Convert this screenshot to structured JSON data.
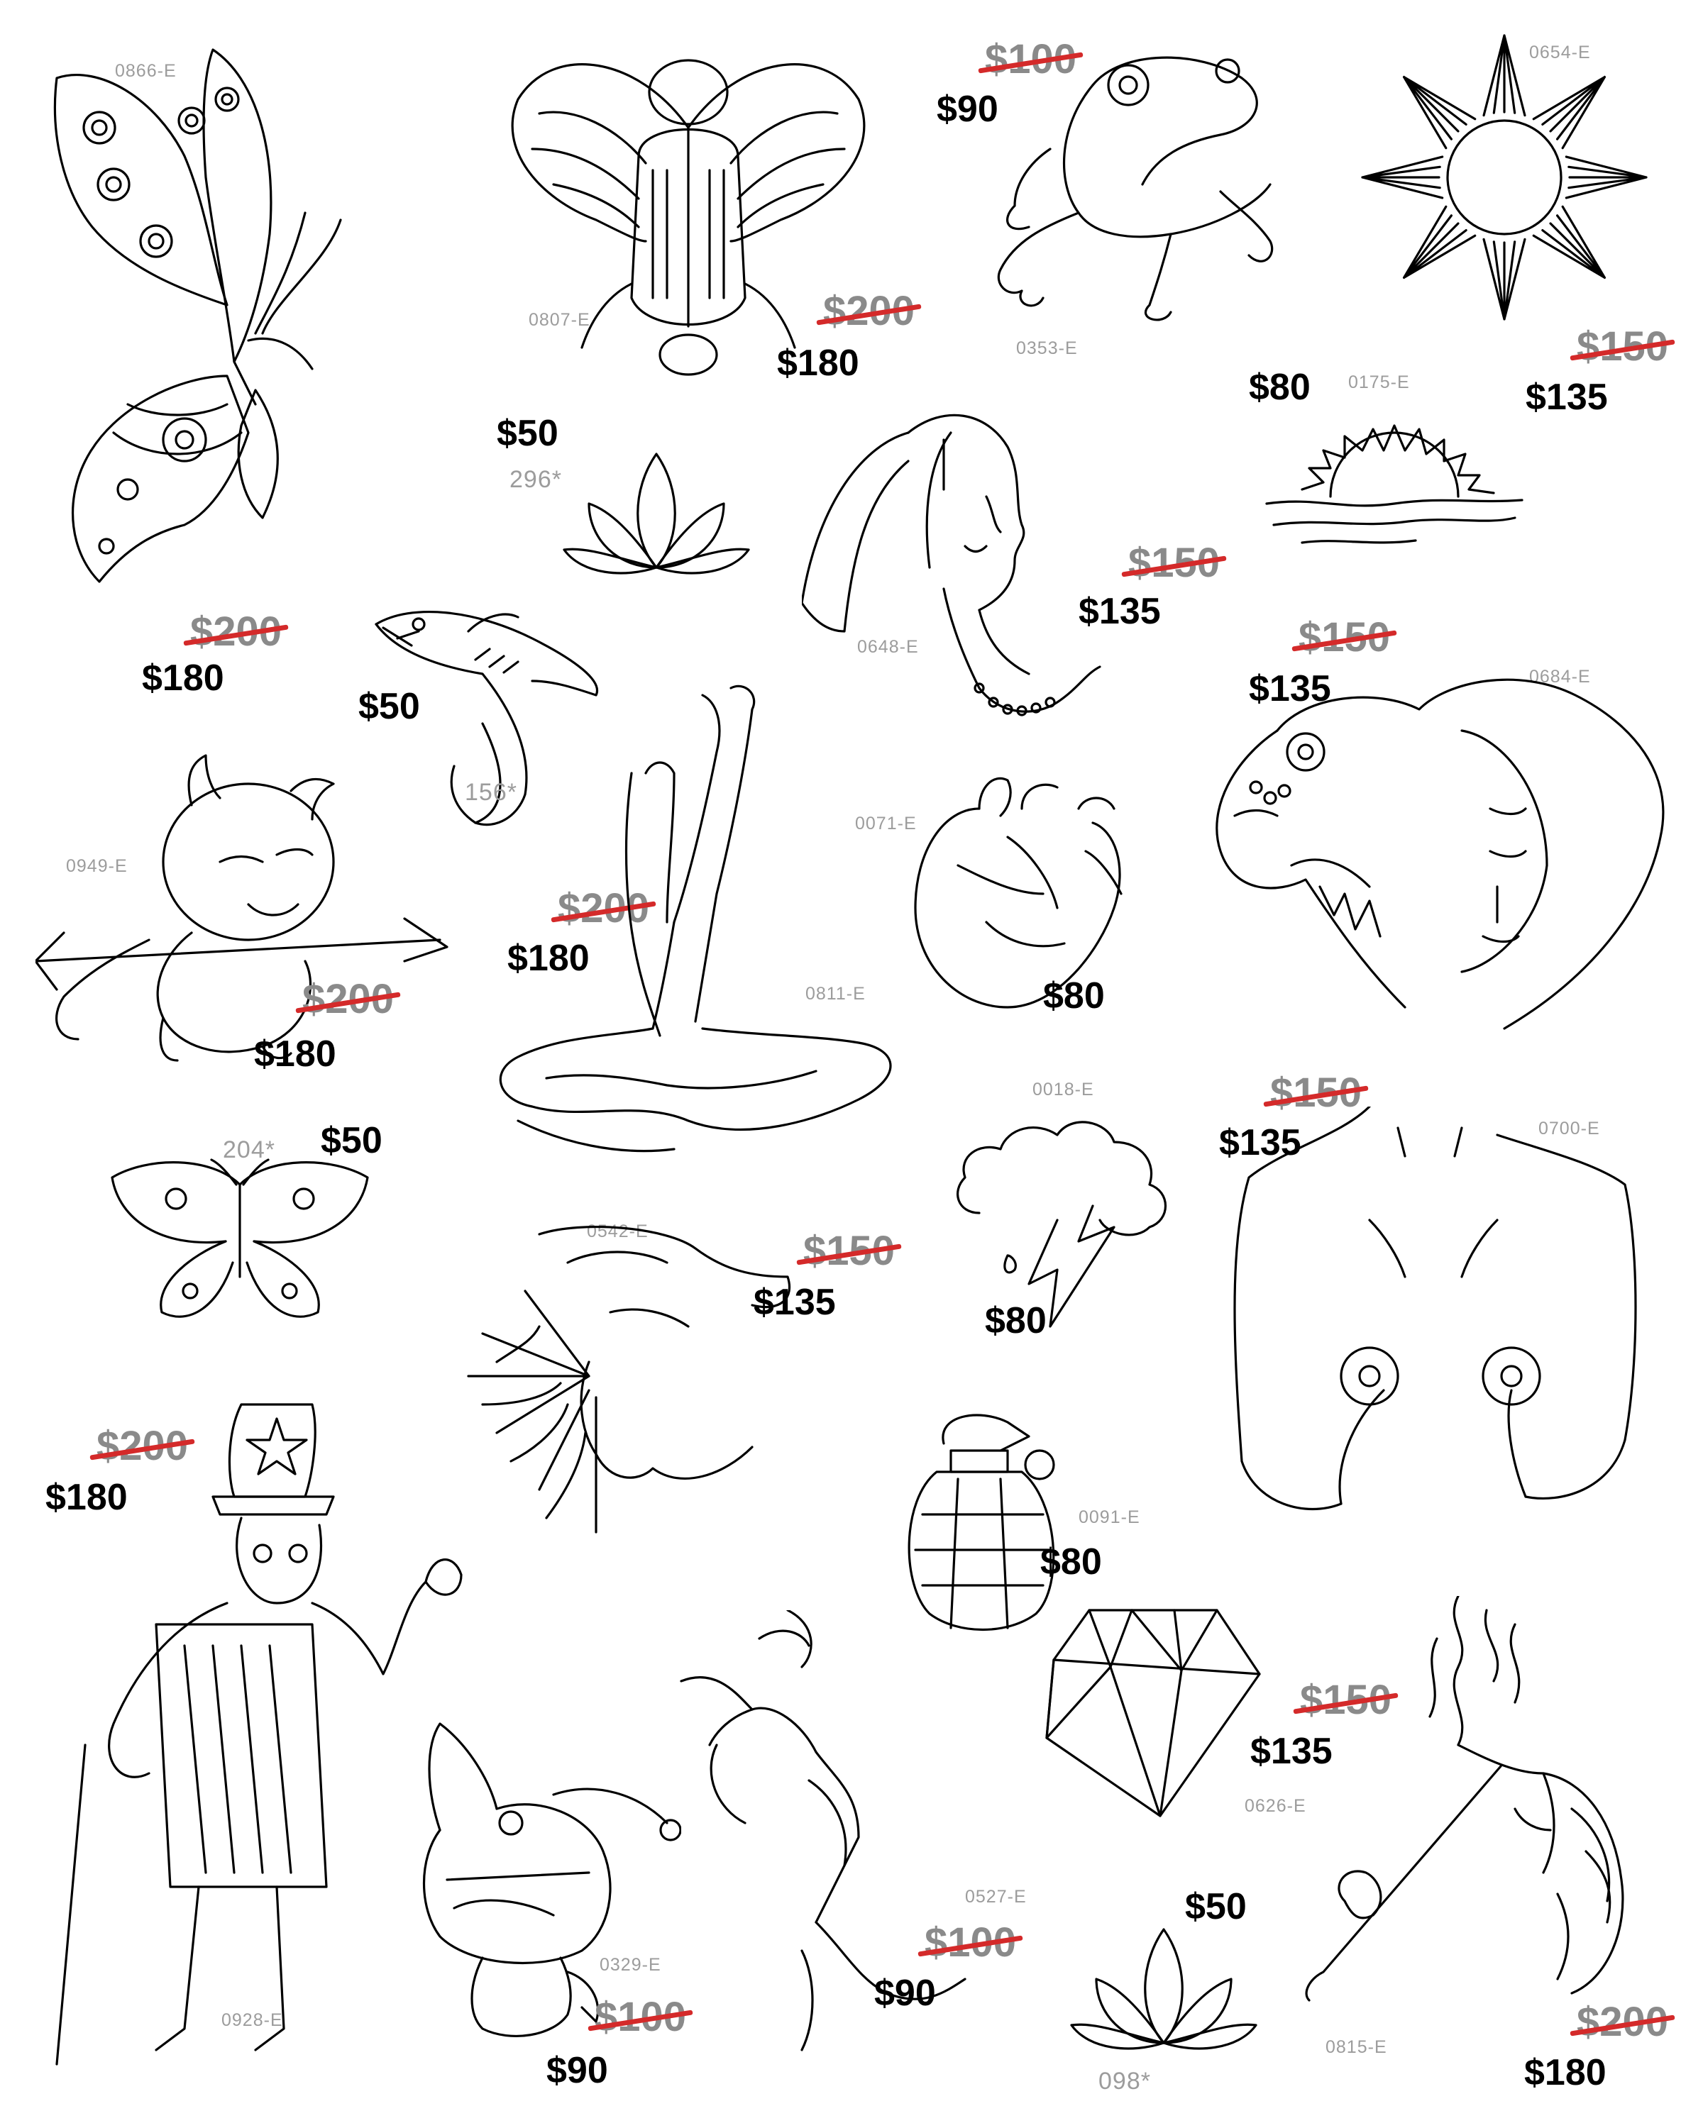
{
  "flash_sheet": {
    "items": [
      {
        "id": "butterfly-large",
        "code": "0866-E",
        "old_price": "$200",
        "price": "$180",
        "icon": "butterfly-icon"
      },
      {
        "id": "scarab",
        "code": "0807-E",
        "old_price": "$200",
        "price": "$180",
        "icon": "scarab-icon"
      },
      {
        "id": "frog",
        "code": "0353-E",
        "old_price": "$100",
        "price": "$90",
        "icon": "frog-icon"
      },
      {
        "id": "sun",
        "code": "0654-E",
        "old_price": "$150",
        "price": "$135",
        "icon": "sun-icon"
      },
      {
        "id": "lotus-top",
        "code": "296*",
        "old_price": "",
        "price": "$50",
        "icon": "lotus-icon"
      },
      {
        "id": "sunset",
        "code": "0175-E",
        "old_price": "",
        "price": "$80",
        "icon": "sunset-icon"
      },
      {
        "id": "woman-pearls",
        "code": "0648-E",
        "old_price": "$150",
        "price": "$135",
        "icon": "woman-profile-icon"
      },
      {
        "id": "shark",
        "code": "156*",
        "old_price": "",
        "price": "$50",
        "icon": "shark-icon"
      },
      {
        "id": "panther-woman",
        "code": "0684-E",
        "old_price": "$150",
        "price": "$135",
        "icon": "panther-icon"
      },
      {
        "id": "devil",
        "code": "0949-E",
        "old_price": "$200",
        "price": "$180",
        "icon": "devil-icon"
      },
      {
        "id": "legs-water",
        "code": "0811-E",
        "old_price": "$200",
        "price": "$180",
        "icon": "legs-icon"
      },
      {
        "id": "heart",
        "code": "0071-E",
        "old_price": "",
        "price": "$80",
        "icon": "anatomical-heart-icon"
      },
      {
        "id": "storm-cloud",
        "code": "0018-E",
        "old_price": "",
        "price": "$80",
        "icon": "storm-cloud-icon"
      },
      {
        "id": "torso-flowers",
        "code": "0700-E",
        "old_price": "$150",
        "price": "$135",
        "icon": "torso-icon"
      },
      {
        "id": "moth",
        "code": "204*",
        "old_price": "",
        "price": "$50",
        "icon": "moth-icon"
      },
      {
        "id": "web-face",
        "code": "0542-E",
        "old_price": "$150",
        "price": "$135",
        "icon": "spiderweb-icon"
      },
      {
        "id": "uncle-sam",
        "code": "0928-E",
        "old_price": "$200",
        "price": "$180",
        "icon": "skeleton-icon"
      },
      {
        "id": "grenade",
        "code": "0091-E",
        "old_price": "",
        "price": "$80",
        "icon": "grenade-icon"
      },
      {
        "id": "kiss",
        "code": "0527-E",
        "old_price": "$100",
        "price": "$90",
        "icon": "kiss-icon"
      },
      {
        "id": "diamond",
        "code": "0626-E",
        "old_price": "$150",
        "price": "$135",
        "icon": "diamond-icon"
      },
      {
        "id": "kuromi",
        "code": "0329-E",
        "old_price": "$100",
        "price": "$90",
        "icon": "kuromi-icon"
      },
      {
        "id": "lotus-bottom",
        "code": "098*",
        "old_price": "",
        "price": "$50",
        "icon": "lotus-icon"
      },
      {
        "id": "fire-woman",
        "code": "0815-E",
        "old_price": "$200",
        "price": "$180",
        "icon": "fire-woman-icon"
      }
    ]
  },
  "colors": {
    "ink": "#000000",
    "code_grey": "#9c9c9c",
    "old_price_grey": "#8a8a8a",
    "strike_red": "#d42a2a"
  }
}
